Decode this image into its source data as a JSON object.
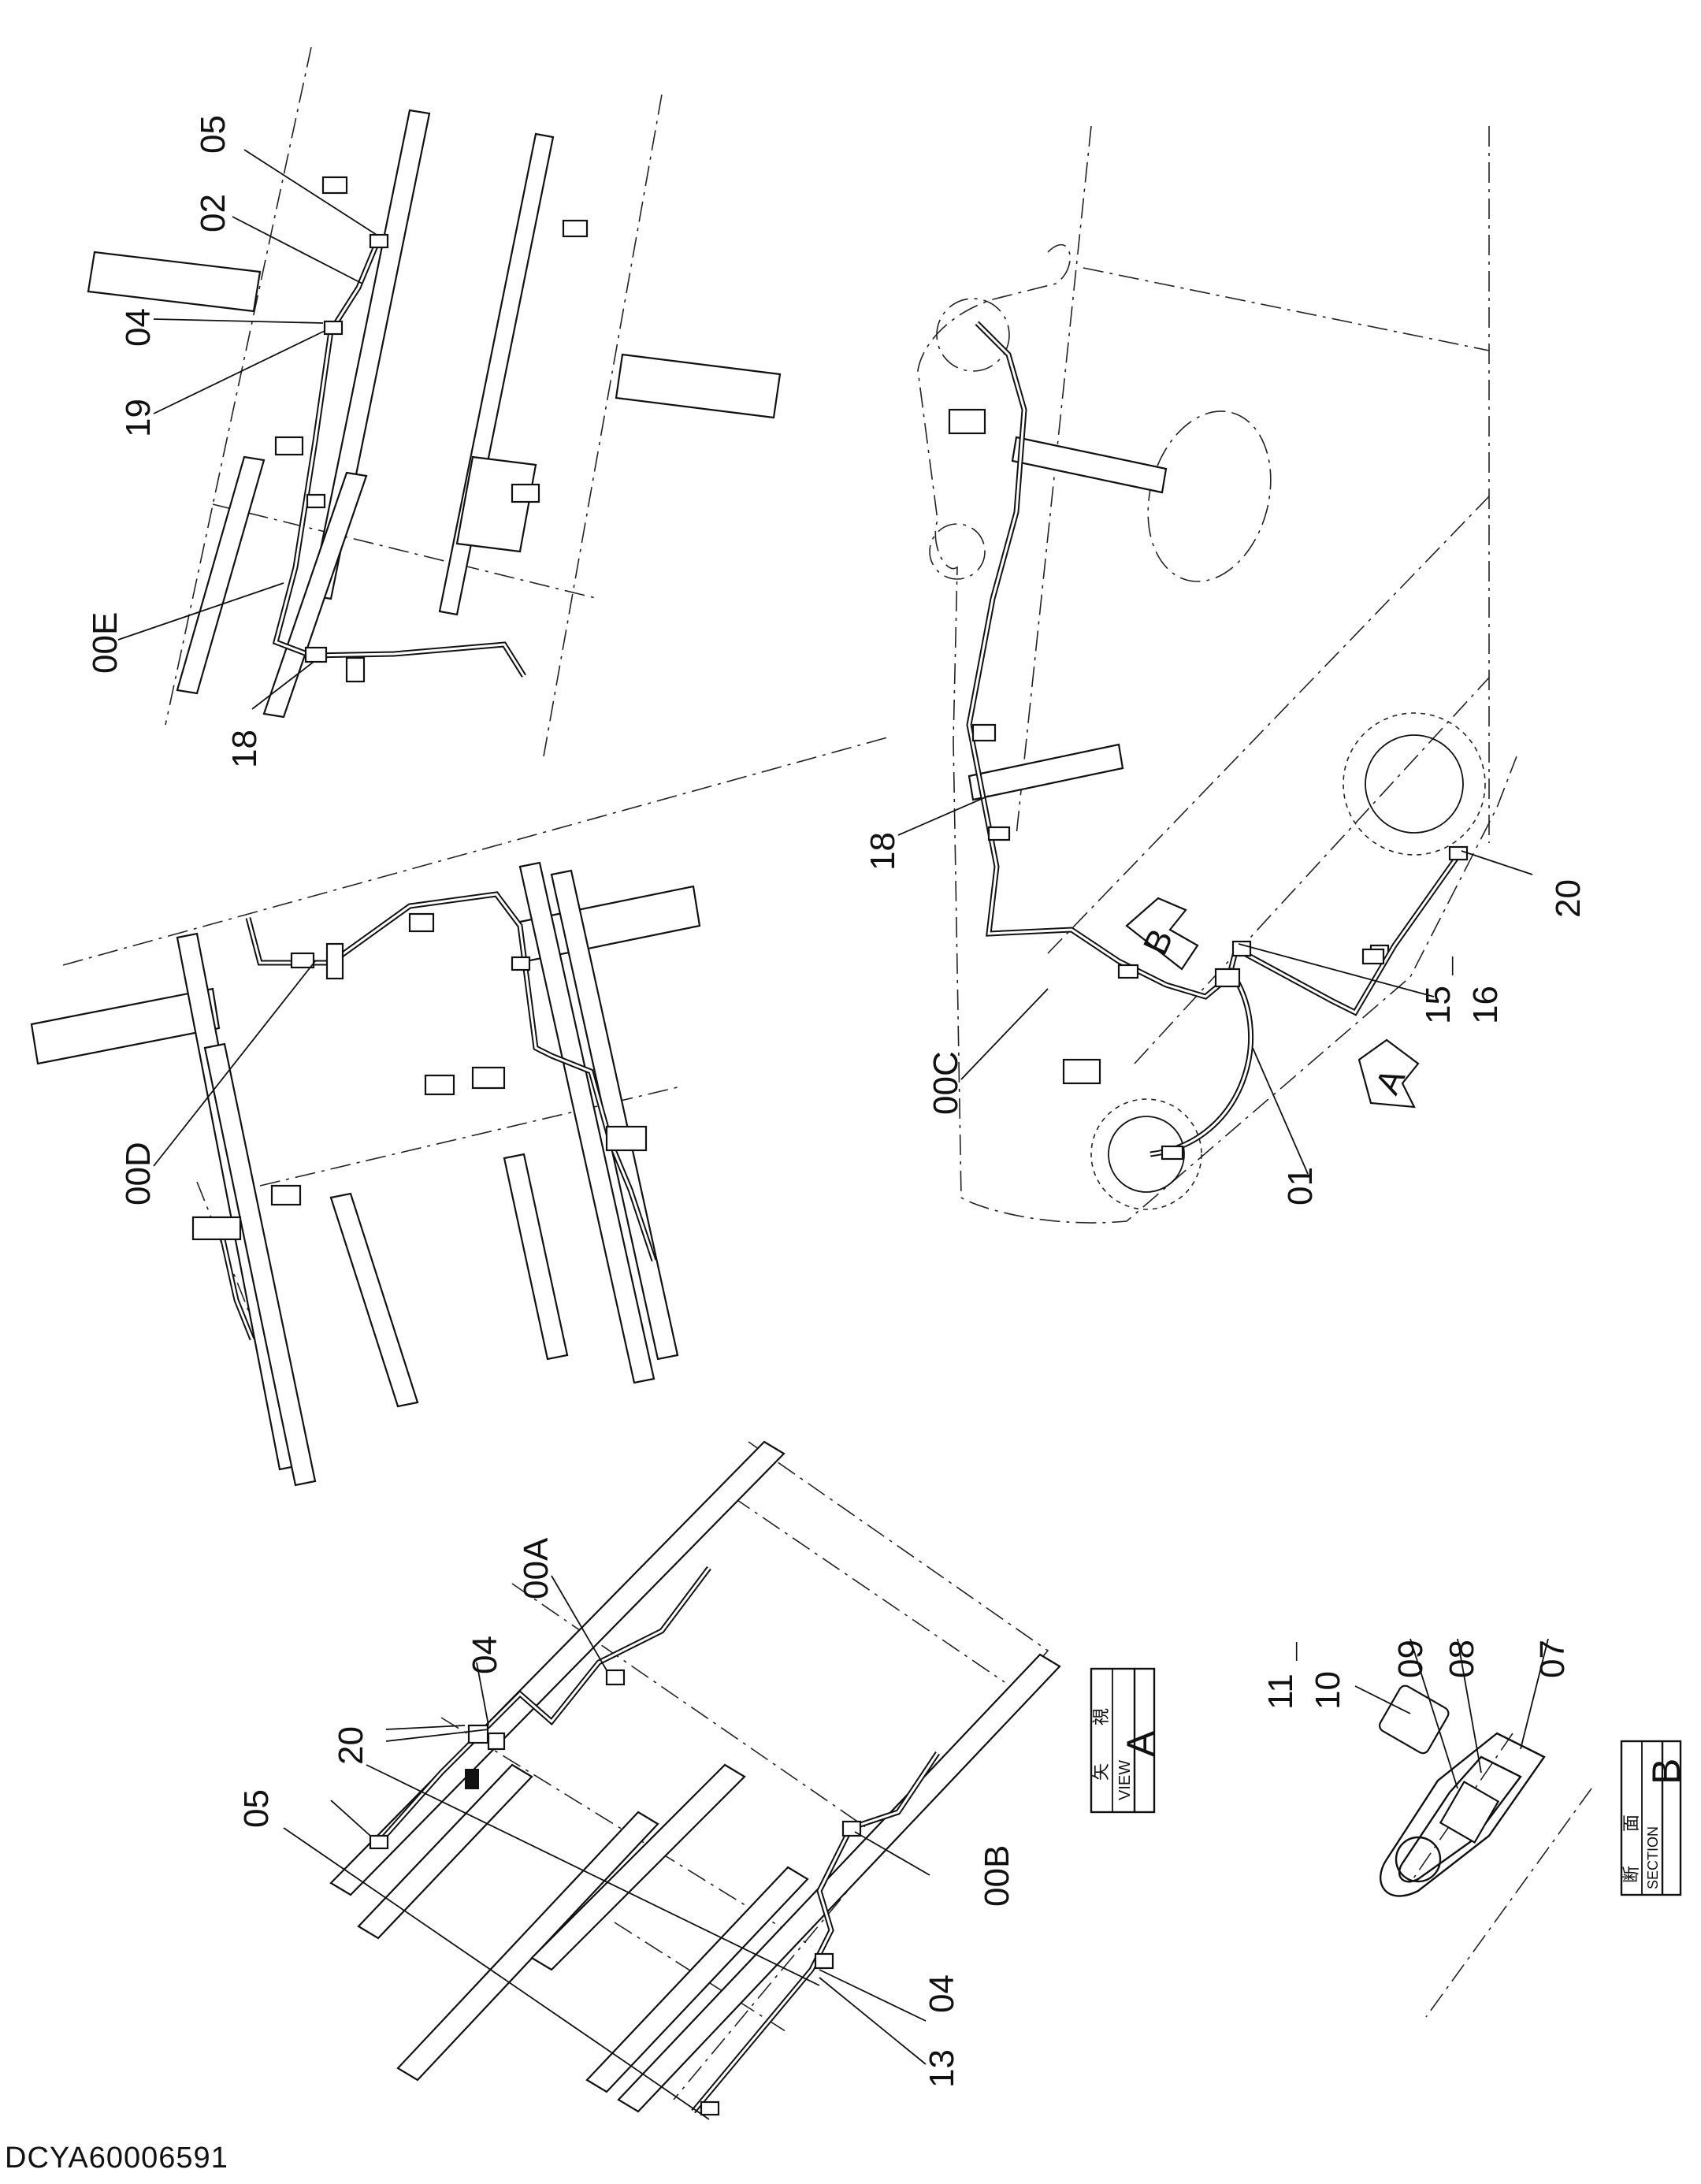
{
  "document_code": "DCYA60006591",
  "callouts": {
    "c05_top": "05",
    "c02": "02",
    "c04_top": "04",
    "c19": "19",
    "c00E": "00E",
    "c18_left": "18",
    "c00D": "00D",
    "c18_right": "18",
    "c00C": "00C",
    "c20_right": "20",
    "c15": "15",
    "c16": "16",
    "c01": "01",
    "c00A": "00A",
    "c04_mid": "04",
    "c20_left": "20",
    "c05_bottom": "05",
    "c00B": "00B",
    "c04_bottom": "04",
    "c13": "13",
    "c11": "11",
    "c10": "10",
    "c09": "09",
    "c08": "08",
    "c07": "07"
  },
  "markers": {
    "arrow_b": "B",
    "arrow_a": "A"
  },
  "view_a": {
    "jp_1": "矢",
    "jp_2": "視",
    "en": "VIEW",
    "letter": "A"
  },
  "section_b": {
    "jp_1": "断",
    "jp_2": "面",
    "en": "SECTION",
    "letter": "B"
  }
}
